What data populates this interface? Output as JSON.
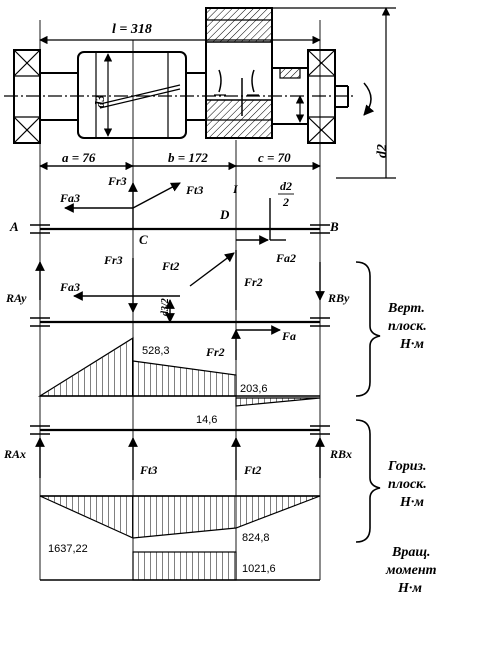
{
  "dims": {
    "l": "l = 318",
    "a": "a = 76",
    "b": "b = 172",
    "c": "c = 70",
    "d3": "d3",
    "d2": "d2",
    "d2_half_num": "d2",
    "d2_half_den": "2",
    "d3_half": "d3/2"
  },
  "points": {
    "A": "A",
    "B": "B",
    "C": "C",
    "D": "D"
  },
  "forces": {
    "Fr3": "Fr3",
    "Ft3": "Ft3",
    "Fa3": "Fa3",
    "Ft2": "Ft2",
    "Fr2": "Fr2",
    "Fa2": "Fa2",
    "Fa": "Fa",
    "RAy": "RAy",
    "RBy": "RBy",
    "RAx": "RAx",
    "RBx": "RBx",
    "I": "I"
  },
  "moments": {
    "m1": "528,3",
    "m2": "203,6",
    "m3": "14,6",
    "m4": "1637,22",
    "m5": "824,8",
    "m6": "1021,6"
  },
  "braces": {
    "vert_line1": "Верт.",
    "vert_line2": "плоск.",
    "vert_line3": "Н·м",
    "hor_line1": "Гориз.",
    "hor_line2": "плоск.",
    "hor_line3": "Н·м",
    "tor_line1": "Вращ.",
    "tor_line2": "момент",
    "tor_line3": "Н·м"
  }
}
